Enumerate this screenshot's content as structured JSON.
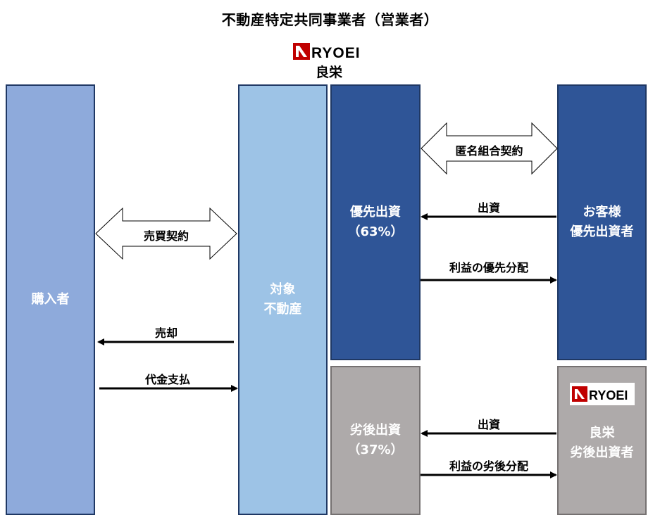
{
  "title": "不動産特定共同事業者（営業者）",
  "company": {
    "logo_text": "RYOEI",
    "name": "良栄"
  },
  "boxes": {
    "buyer": "購入者",
    "property": [
      "対象",
      "不動産"
    ],
    "priority_investment": [
      "優先出資",
      "（63%）"
    ],
    "customer": [
      "お客様",
      "優先出資者"
    ],
    "subordinated_investment": [
      "劣後出資",
      "（37%）"
    ],
    "ryoei_investor": [
      "良栄",
      "劣後出資者"
    ]
  },
  "arrows": {
    "sales_contract": "売買契約",
    "sale": "売却",
    "payment": "代金支払",
    "silent_partnership": "匿名組合契約",
    "investment_priority": "出資",
    "priority_profit": "利益の優先分配",
    "investment_subordinated": "出資",
    "subordinated_profit": "利益の劣後分配"
  },
  "colors": {
    "brand_red": "#c00000",
    "dark_blue": "#2f5597",
    "light_blue": "#9dc3e6",
    "periwinkle": "#8eaadb",
    "gray": "#aeaaaa"
  }
}
